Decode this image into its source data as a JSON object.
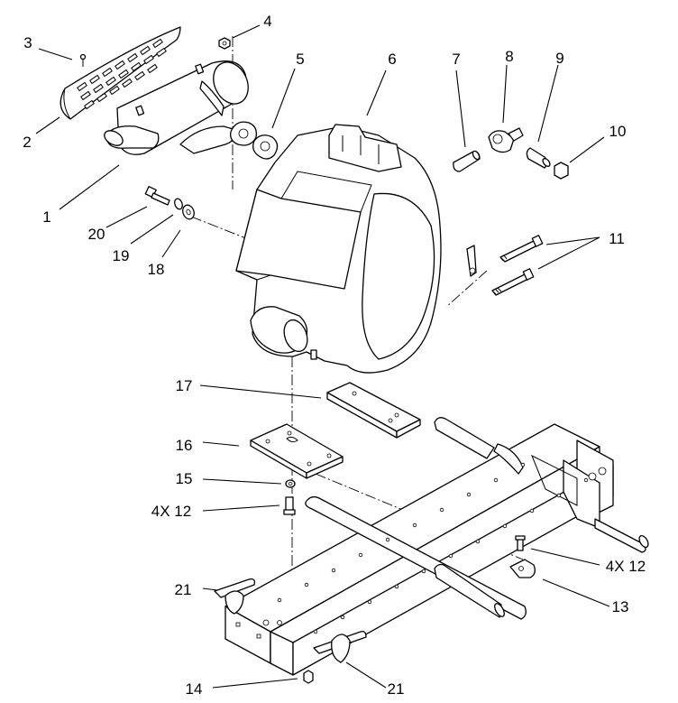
{
  "callouts": [
    {
      "id": "c1",
      "text": "1"
    },
    {
      "id": "c2",
      "text": "2"
    },
    {
      "id": "c3",
      "text": "3"
    },
    {
      "id": "c4",
      "text": "4"
    },
    {
      "id": "c5",
      "text": "5"
    },
    {
      "id": "c6",
      "text": "6"
    },
    {
      "id": "c7",
      "text": "7"
    },
    {
      "id": "c8",
      "text": "8"
    },
    {
      "id": "c9",
      "text": "9"
    },
    {
      "id": "c10",
      "text": "10"
    },
    {
      "id": "c11",
      "text": "11"
    },
    {
      "id": "c13",
      "text": "13"
    },
    {
      "id": "c14",
      "text": "14"
    },
    {
      "id": "c15",
      "text": "15"
    },
    {
      "id": "c16",
      "text": "16"
    },
    {
      "id": "c17",
      "text": "17"
    },
    {
      "id": "c18",
      "text": "18"
    },
    {
      "id": "c19",
      "text": "19"
    },
    {
      "id": "c20",
      "text": "20"
    },
    {
      "id": "c21a",
      "text": "21"
    },
    {
      "id": "c21b",
      "text": "21"
    },
    {
      "id": "c4x12a",
      "text": "4X 12"
    },
    {
      "id": "c4x12b",
      "text": "4X 12"
    }
  ]
}
